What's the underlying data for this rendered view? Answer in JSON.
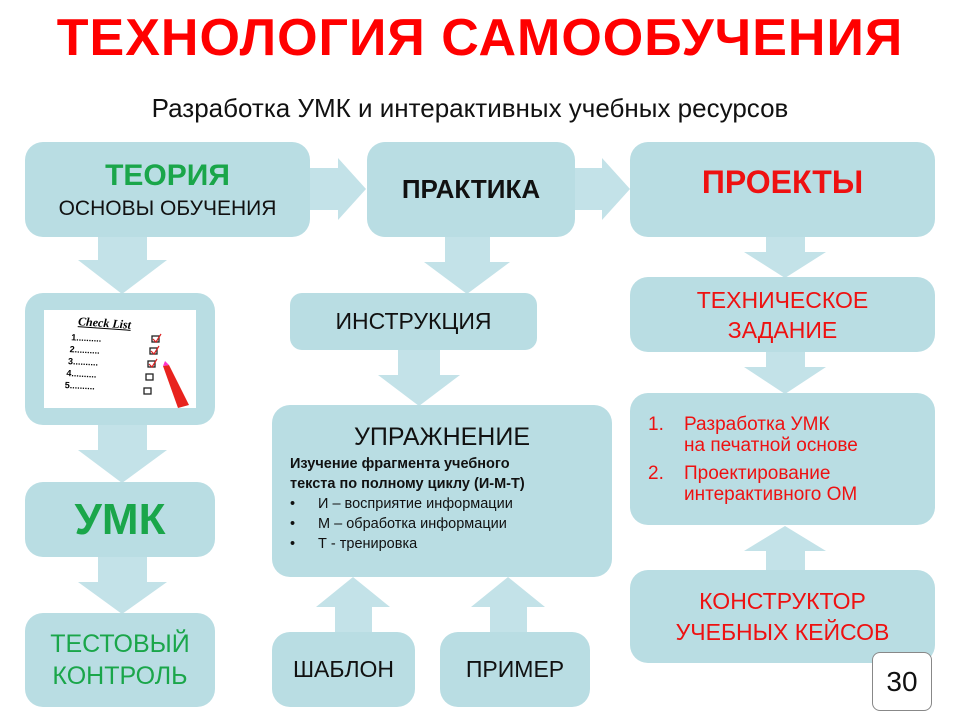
{
  "title": "ТЕХНОЛОГИЯ САМООБУЧЕНИЯ",
  "subtitle": "Разработка УМК и интерактивных учебных ресурсов",
  "theory": {
    "heading": "ТЕОРИЯ",
    "sub": "ОСНОВЫ ОБУЧЕНИЯ"
  },
  "checklist": {
    "title": "Check List",
    "items": [
      "1..........",
      "2..........",
      "3..........",
      "4..........",
      "5.........."
    ]
  },
  "umk": "УМК",
  "test": {
    "line1": "ТЕСТОВЫЙ",
    "line2": "КОНТРОЛЬ"
  },
  "practice": "ПРАКТИКА",
  "instruction": "ИНСТРУКЦИЯ",
  "exercise": {
    "heading": "УПРАЖНЕНИЕ",
    "bold1": "Изучение  фрагмента учебного",
    "bold2": "текста по полному циклу (И-М-Т)",
    "bullets": [
      "И – восприятие информации",
      "М – обработка информации",
      "Т - тренировка"
    ]
  },
  "template": "ШАБЛОН",
  "example": "ПРИМЕР",
  "projects": "ПРОЕКТЫ",
  "spec": {
    "line1": "ТЕХНИЧЕСКОЕ",
    "line2": "ЗАДАНИЕ"
  },
  "dev_list": [
    {
      "num": "1.",
      "line1": "Разработка УМК",
      "line2": "на печатной основе"
    },
    {
      "num": "2.",
      "line1": "Проектирование",
      "line2": "интерактивного ОМ"
    }
  ],
  "constructor": {
    "line1": "КОНСТРУКТОР",
    "line2": "УЧЕБНЫХ  КЕЙСОВ"
  },
  "slide_number": "30",
  "colors": {
    "box": "#b9dde3",
    "title": "#ff0000",
    "green": "#1aa64a",
    "red": "#ee1111"
  }
}
